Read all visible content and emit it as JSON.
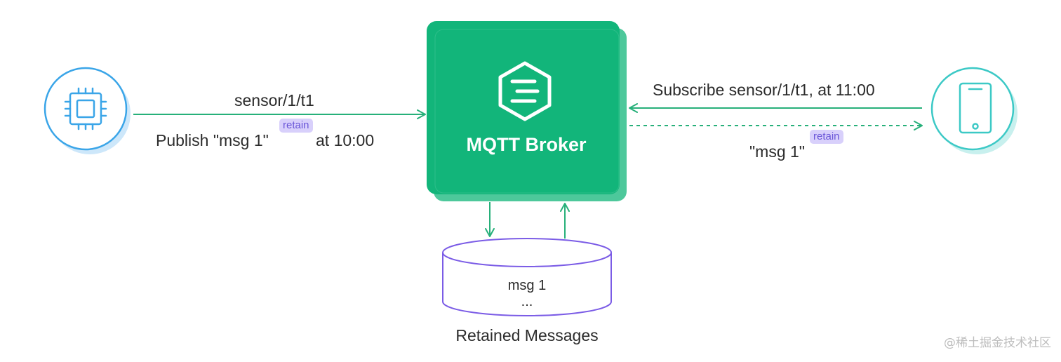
{
  "publisher": {
    "topic": "sensor/1/t1",
    "publish_prefix": "Publish \"msg 1\"",
    "retain_badge": "retain",
    "publish_time": "at 10:00"
  },
  "broker": {
    "title": "MQTT Broker",
    "color": "#12b57a"
  },
  "subscriber": {
    "subscribe_text": "Subscribe sensor/1/t1, at 11:00",
    "delivered_message": "\"msg 1\"",
    "retain_badge": "retain"
  },
  "retained_store": {
    "item": "msg 1",
    "more": "...",
    "caption": "Retained Messages"
  },
  "icons": {
    "publisher": "chip-icon",
    "subscriber": "smartphone-icon",
    "broker": "hexagon-logo-icon",
    "store": "database-cylinder-icon"
  },
  "colors": {
    "arrow": "#27b07a",
    "publisher_ring": "#3aa5e8",
    "subscriber_ring": "#3cc9c6",
    "cylinder": "#7b5ce6",
    "badge_bg": "#d8d0fb",
    "badge_text": "#6a56d8"
  },
  "watermark": "@稀土掘金技术社区"
}
